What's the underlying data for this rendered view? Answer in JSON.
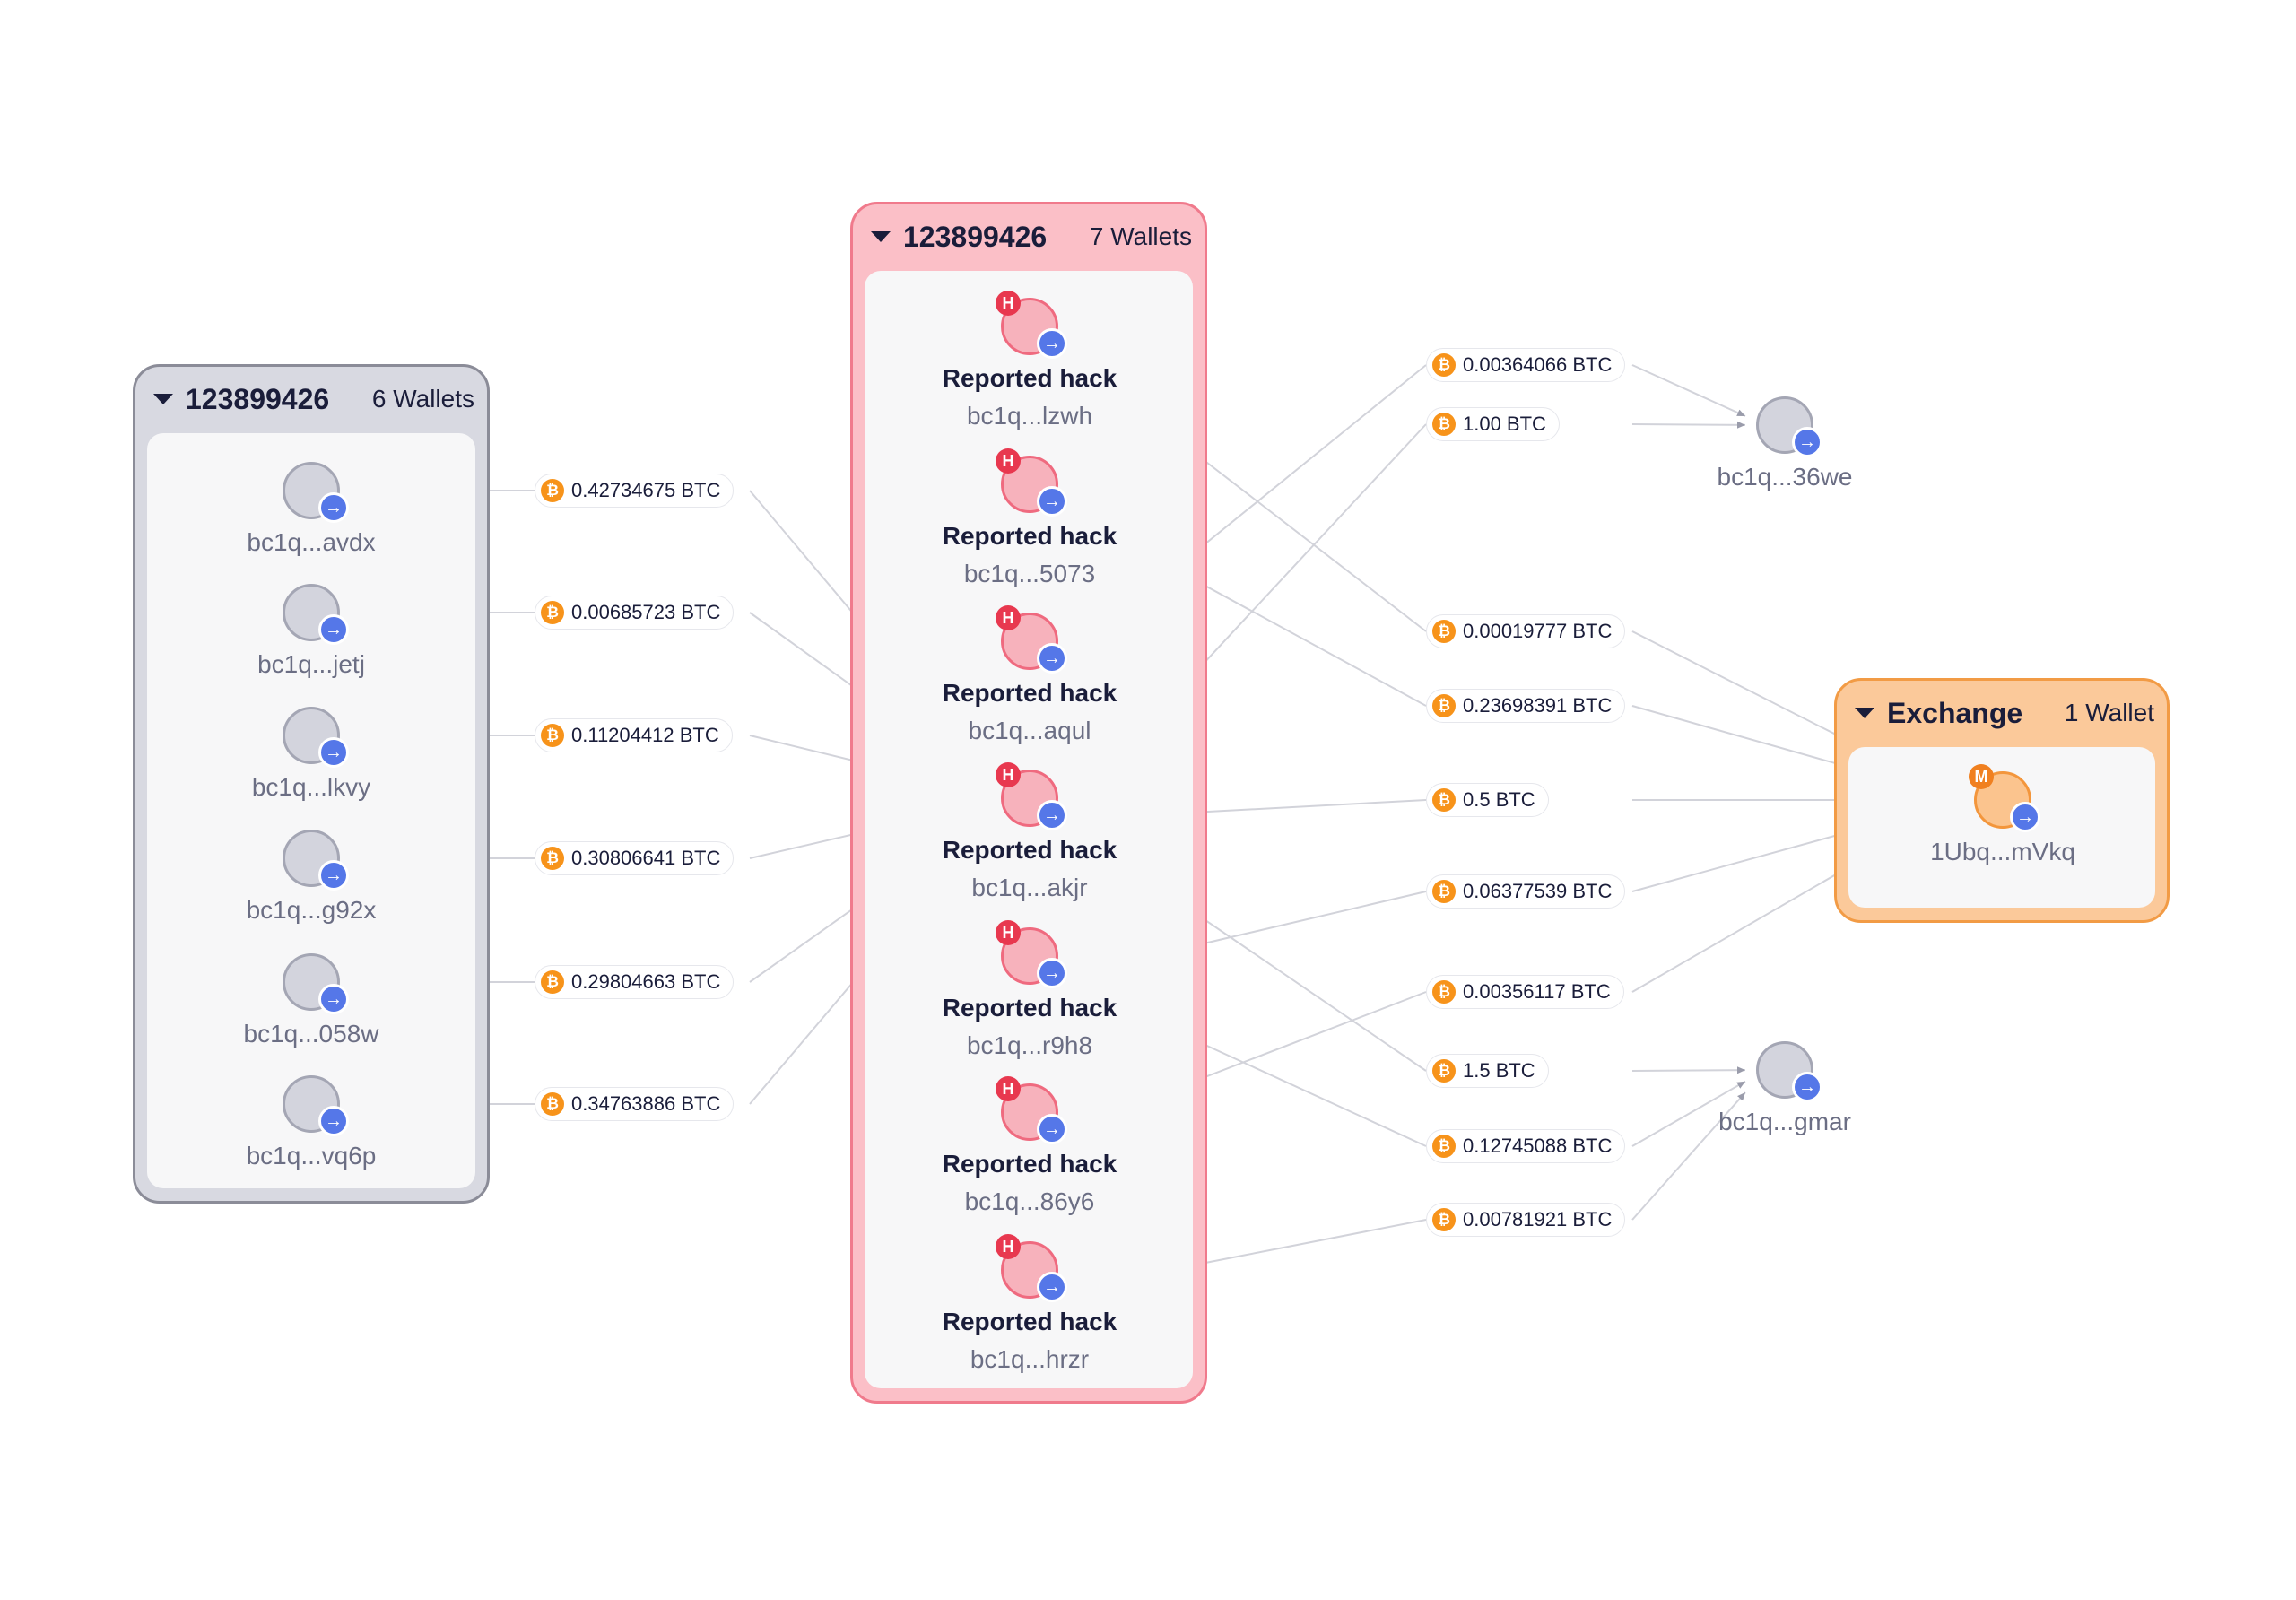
{
  "clusters": {
    "left": {
      "name": "123899426",
      "count": "6 Wallets"
    },
    "mid": {
      "name": "123899426",
      "count": "7 Wallets"
    },
    "exchange": {
      "name": "Exchange",
      "count": "1 Wallet"
    }
  },
  "icons": {
    "collapse": "caret-down-icon",
    "open": "arrow-right-icon",
    "coin": "bitcoin-icon"
  },
  "badges": {
    "hack": "H",
    "exchange": "M"
  },
  "coin_symbol": "₿",
  "arrow_symbol": "→",
  "source_wallets": [
    "bc1q...avdx",
    "bc1q...jetj",
    "bc1q...lkvy",
    "bc1q...g92x",
    "bc1q...058w",
    "bc1q...vq6p"
  ],
  "hack_wallets": [
    {
      "tag": "Reported hack",
      "address": "bc1q...lzwh"
    },
    {
      "tag": "Reported hack",
      "address": "bc1q...5073"
    },
    {
      "tag": "Reported hack",
      "address": "bc1q...aqul"
    },
    {
      "tag": "Reported hack",
      "address": "bc1q...akjr"
    },
    {
      "tag": "Reported hack",
      "address": "bc1q...r9h8"
    },
    {
      "tag": "Reported hack",
      "address": "bc1q...86y6"
    },
    {
      "tag": "Reported hack",
      "address": "bc1q...hrzr"
    }
  ],
  "dest_wallets": {
    "top": "bc1q...36we",
    "exchange": "1Ubq...mVkq",
    "bottom": "bc1q...gmar"
  },
  "inflow_amounts": [
    "0.42734675 BTC",
    "0.00685723 BTC",
    "0.11204412 BTC",
    "0.30806641 BTC",
    "0.29804663 BTC",
    "0.34763886 BTC"
  ],
  "outflow_amounts": [
    {
      "amount": "0.00364066 BTC",
      "from": "bc1q...aqul",
      "to": "bc1q...36we"
    },
    {
      "amount": "1.00 BTC",
      "from": "bc1q...akjr",
      "to": "bc1q...36we"
    },
    {
      "amount": "0.00019777 BTC",
      "from": "bc1q...lzwh",
      "to": "1Ubq...mVkq"
    },
    {
      "amount": "0.23698391 BTC",
      "from": "bc1q...5073",
      "to": "1Ubq...mVkq"
    },
    {
      "amount": "0.5 BTC",
      "from": "bc1q...akjr",
      "to": "1Ubq...mVkq"
    },
    {
      "amount": "0.06377539 BTC",
      "from": "bc1q...r9h8",
      "to": "1Ubq...mVkq"
    },
    {
      "amount": "0.00356117 BTC",
      "from": "bc1q...86y6",
      "to": "1Ubq...mVkq"
    },
    {
      "amount": "1.5 BTC",
      "from": "bc1q...akjr",
      "to": "bc1q...gmar"
    },
    {
      "amount": "0.12745088 BTC",
      "from": "bc1q...r9h8",
      "to": "bc1q...gmar"
    },
    {
      "amount": "0.00781921 BTC",
      "from": "bc1q...hrzr",
      "to": "bc1q...gmar"
    }
  ],
  "colors": {
    "edge": "#d2d3da",
    "hack": "#e8384f",
    "exchange": "#f29b45",
    "bitcoin": "#f7931a",
    "action": "#5577e8"
  }
}
